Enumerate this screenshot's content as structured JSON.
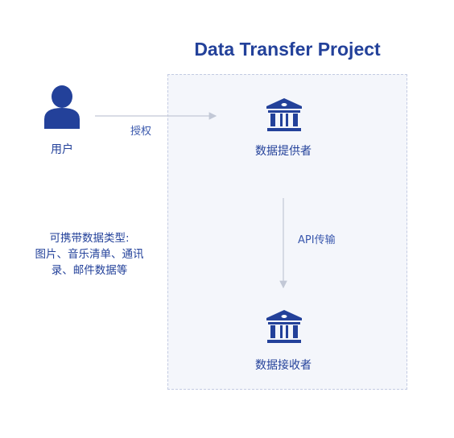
{
  "title": "Data Transfer Project",
  "nodes": {
    "user": {
      "label": "用户",
      "icon": "user-icon"
    },
    "provider": {
      "label": "数据提供者",
      "icon": "bank-icon"
    },
    "receiver": {
      "label": "数据接收者",
      "icon": "bank-icon"
    }
  },
  "edges": {
    "authorize": {
      "label": "授权"
    },
    "api_transfer": {
      "label": "API传输"
    }
  },
  "note": {
    "lines": [
      "可携带数据类型:",
      "图片、音乐清单、通讯",
      "录、邮件数据等"
    ]
  },
  "colors": {
    "primary": "#23419a",
    "box_fill": "#f4f6fb",
    "box_border": "#c3cbe2",
    "arrow": "#c2c8d6"
  }
}
